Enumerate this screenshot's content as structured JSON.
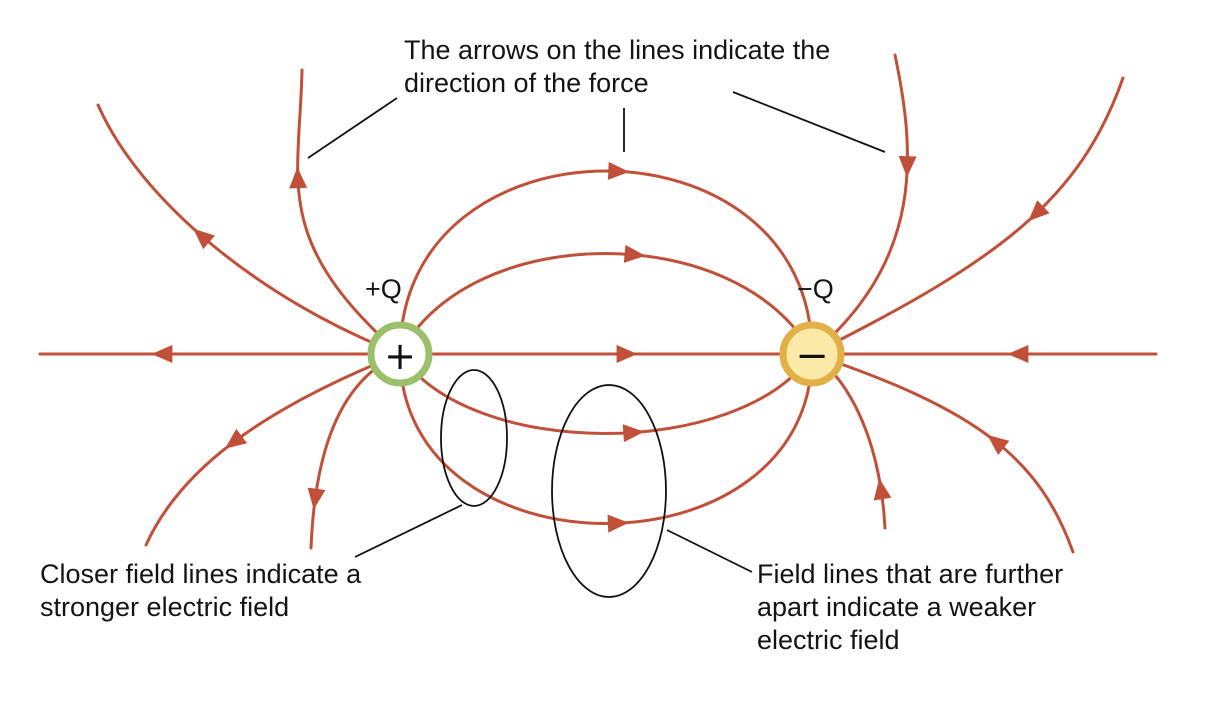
{
  "charges": {
    "positive": {
      "label": "+Q",
      "sign": "+",
      "fill_color": "#ffffff",
      "ring_color": "#9bbf6a"
    },
    "negative": {
      "label": "−Q",
      "sign": "−",
      "fill_color": "#fbe9a8",
      "ring_color": "#e3b047"
    }
  },
  "colors": {
    "field_line": "#c0503a",
    "annotation": "#141414"
  },
  "annotations": {
    "arrows": {
      "lines": [
        "The arrows on the lines indicate the",
        "direction of the force"
      ]
    },
    "closer": {
      "lines": [
        "Closer field lines indicate a",
        "stronger electric field"
      ]
    },
    "further": {
      "lines": [
        "Field lines that are further",
        "apart indicate a weaker",
        "electric field"
      ]
    }
  }
}
